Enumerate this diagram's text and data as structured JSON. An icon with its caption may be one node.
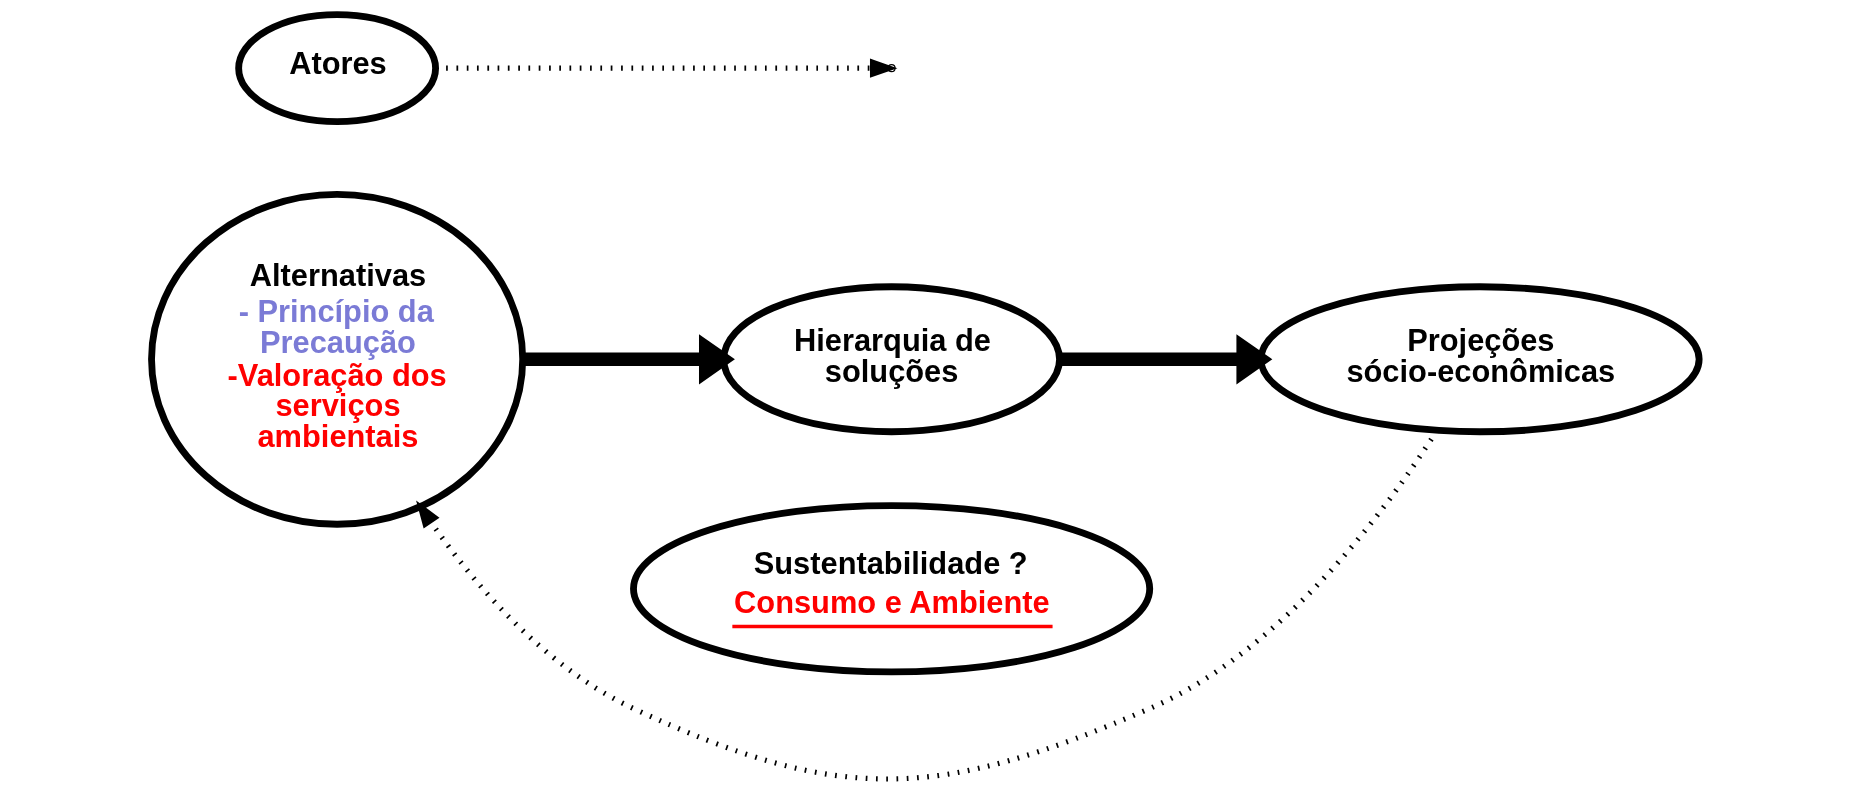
{
  "diagram": {
    "nodes": [
      {
        "text": [
          "Alternativas",
          "- Princípio da Precaução",
          "-Valoração dos serviços ambientais"
        ]
      },
      {
        "text": [
          "Atores"
        ]
      },
      {
        "text": [
          "Hierarquia de soluções"
        ]
      },
      {
        "text": [
          "Projeções sócio-econômicas"
        ]
      },
      {
        "text": [
          "Sustentabilidade ?",
          "Consumo e Ambiente"
        ]
      }
    ],
    "edges": [
      {
        "from": 1,
        "to": null,
        "arrow": "to",
        "style": "dashed"
      },
      {
        "from": 0,
        "to": 2,
        "arrow": "to",
        "style": "thick"
      },
      {
        "from": 2,
        "to": 3,
        "arrow": "to",
        "style": "thick"
      },
      {
        "from": 3,
        "to": 0,
        "arrow": "to",
        "style": "dashed"
      }
    ]
  }
}
